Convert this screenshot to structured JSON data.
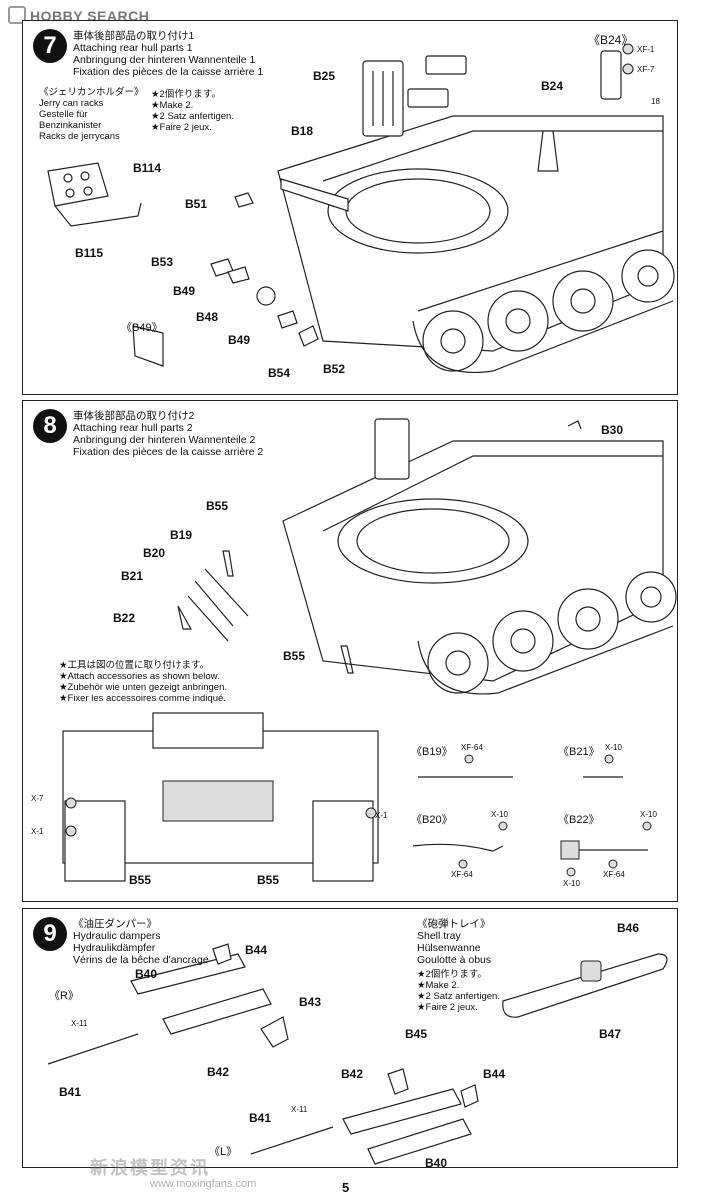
{
  "site": {
    "brand": "HOBBY SEARCH",
    "page_number": "5",
    "watermark": "新浪模型资讯",
    "watermark_url": "www.moxingfans.com"
  },
  "step7": {
    "number": "7",
    "title": [
      "車体後部部品の取り付け1",
      "Attaching rear hull parts 1",
      "Anbringung der hinteren Wannenteile 1",
      "Fixation des pièces de la caisse arrière 1"
    ],
    "subtitle": [
      "《ジェリカンホルダー》",
      "Jerry can racks",
      "Gestelle für",
      "Benzinkanister",
      "Racks de jerrycans"
    ],
    "make_note": [
      "★2個作ります。",
      "★Make 2.",
      "★2 Satz anfertigen.",
      "★Faire 2 jeux."
    ],
    "detail_label": "《B49》",
    "b24_label": "《B24》",
    "colors": [
      "XF-1",
      "XF-7"
    ],
    "decal": "18",
    "parts": [
      "B25",
      "B24",
      "B18",
      "B114",
      "B51",
      "B115",
      "B53",
      "B49",
      "B48",
      "B49",
      "B54",
      "B52"
    ]
  },
  "step8": {
    "number": "8",
    "title": [
      "車体後部部品の取り付け2",
      "Attaching rear hull parts 2",
      "Anbringung der hinteren Wannenteile 2",
      "Fixation des pièces de la caisse arrière 2"
    ],
    "note": [
      "★工具は図の位置に取り付けます。",
      "★Attach accessories as shown below.",
      "★Zubehör wie unten gezeigt anbringen.",
      "★Fixer les accessoires comme indiqué."
    ],
    "parts": [
      "B30",
      "B55",
      "B19",
      "B20",
      "B21",
      "B22",
      "B55"
    ],
    "rear_view_labels": [
      "X-7",
      "X-1",
      "X-1",
      "B55",
      "B55"
    ],
    "details": [
      {
        "label": "《B19》",
        "codes": [
          "XF-64"
        ]
      },
      {
        "label": "《B21》",
        "codes": [
          "X-10"
        ]
      },
      {
        "label": "《B20》",
        "codes": [
          "X-10",
          "XF-64"
        ]
      },
      {
        "label": "《B22》",
        "codes": [
          "X-10",
          "X-10",
          "XF-64"
        ]
      }
    ]
  },
  "step9": {
    "number": "9",
    "title": [
      "《油圧ダンパー》",
      "Hydraulic dampers",
      "Hydraulikdämpfer",
      "Vérins de la bêche d'ancrage"
    ],
    "shell_title": [
      "《砲弾トレイ》",
      "Shell tray",
      "Hülsenwanne",
      "Goulotte à obus"
    ],
    "make_note": [
      "★2個作ります。",
      "★Make 2.",
      "★2 Satz anfertigen.",
      "★Faire 2 jeux."
    ],
    "side_r": "《R》",
    "side_l": "《L》",
    "parts_r": [
      "B44",
      "B40",
      "B43",
      "X-11",
      "B41",
      "B42"
    ],
    "parts_l": [
      "B45",
      "B42",
      "B44",
      "X-11",
      "B41",
      "B40"
    ],
    "parts_tray": [
      "B46",
      "B47"
    ]
  }
}
